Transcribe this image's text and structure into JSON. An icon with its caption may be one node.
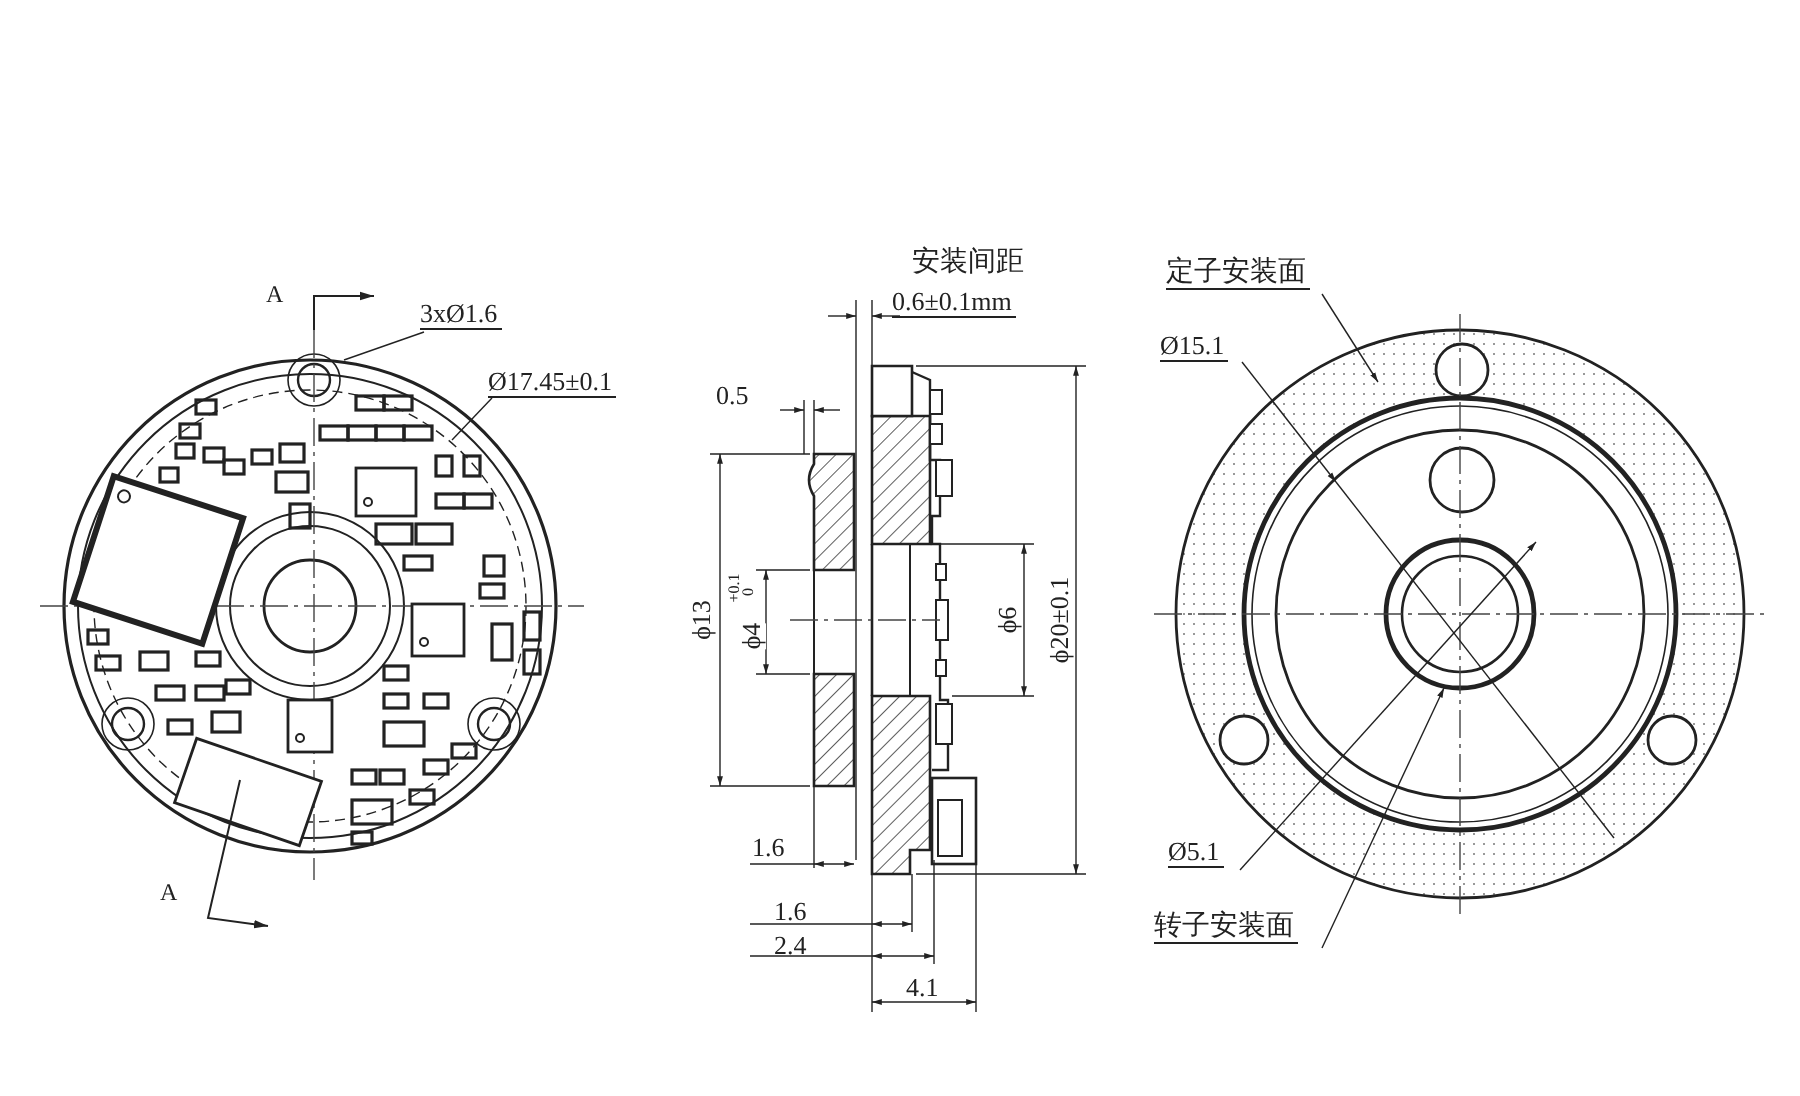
{
  "diagram": {
    "nodes": [
      {
        "text": [
          "3xØ1.6"
        ]
      },
      {
        "text": [
          "Ø17.45±0.1"
        ]
      },
      {
        "text": [
          "定子安装面"
        ]
      },
      {
        "text": [
          "Ø15.1"
        ]
      },
      {
        "text": [
          "Ø5.1"
        ]
      },
      {
        "text": [
          "转子安装面"
        ]
      }
    ],
    "edges": [
      {
        "from": 0,
        "to": null,
        "arrow": "none"
      },
      {
        "from": 1,
        "to": null,
        "arrow": "none"
      },
      {
        "from": 2,
        "to": null,
        "arrow": "to"
      },
      {
        "from": 3,
        "to": null,
        "arrow": "to"
      },
      {
        "from": 4,
        "to": null,
        "arrow": "to"
      },
      {
        "from": 5,
        "to": null,
        "arrow": "to"
      }
    ],
    "labels": [
      "A",
      "A",
      "安装间距",
      "0.6±0.1mm",
      "0.5",
      "ϕ13",
      "ϕ4",
      "+0.1",
      "0",
      "ϕ6",
      "ϕ20±0.1",
      "1.6",
      "1.6",
      "2.4",
      "4.1"
    ]
  }
}
